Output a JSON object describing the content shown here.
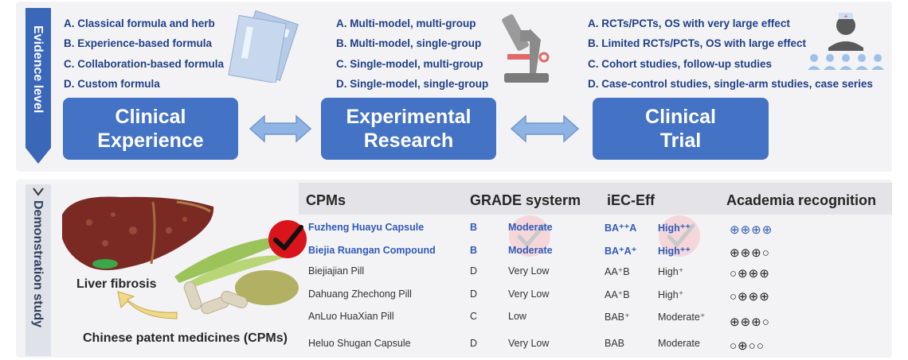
{
  "evidence_label": "Evidence level",
  "demo_label": "Demonstration study",
  "clinical_experience": {
    "title_line1": "Clinical",
    "title_line2": "Experience",
    "criteria": [
      "A. Classical formula and herb",
      "B. Experience-based formula",
      "C. Collaboration-based formula",
      "D. Custom formula"
    ]
  },
  "experimental_research": {
    "title_line1": "Experimental",
    "title_line2": "Research",
    "criteria": [
      "A. Multi-model, multi-group",
      "B. Multi-model, single-group",
      "C. Single-model, multi-group",
      "D. Single-model, single-group"
    ]
  },
  "clinical_trial": {
    "title_line1": "Clinical",
    "title_line2": "Trial",
    "criteria": [
      "A. RCTs/PCTs, OS with very large effect",
      "B. Limited RCTs/PCTs, OS with large effect",
      "C. Cohort studies, follow-up studies",
      "D. Case-control studies, single-arm studies, case series"
    ]
  },
  "table": {
    "headers": {
      "cpms": "CPMs",
      "grade": "GRADE systerm",
      "iec": "iEC-Eff",
      "academia": "Academia recognition"
    },
    "rows": [
      {
        "name": "Fuzheng Huayu Capsule",
        "grade_letter": "B",
        "grade_level": "Moderate",
        "iec_code": "BA⁺⁺A",
        "iec_level": "High⁺⁺",
        "academia": "⊕⊕⊕⊕",
        "highlight": true
      },
      {
        "name": "Biejia Ruangan Compound",
        "grade_letter": "B",
        "grade_level": "Moderate",
        "iec_code": "BA⁺A⁺",
        "iec_level": "High⁺⁺",
        "academia": "⊕⊕⊕○",
        "highlight": true
      },
      {
        "name": "Biejiajian Pill",
        "grade_letter": "D",
        "grade_level": "Very Low",
        "iec_code": "AA⁺B",
        "iec_level": "High⁺",
        "academia": "○⊕⊕⊕",
        "highlight": false
      },
      {
        "name": "Dahuang Zhechong Pill",
        "grade_letter": "D",
        "grade_level": "Very Low",
        "iec_code": "AA⁺B",
        "iec_level": "High⁺",
        "academia": "○⊕⊕⊕",
        "highlight": false
      },
      {
        "name": "AnLuo HuaXian Pill",
        "grade_letter": "C",
        "grade_level": "Low",
        "iec_code": "BAB⁺",
        "iec_level": "Moderate⁺",
        "academia": "⊕⊕⊕○",
        "highlight": false
      },
      {
        "name": "Heluo Shugan Capsule",
        "grade_letter": "D",
        "grade_level": "Very Low",
        "iec_code": "BAB",
        "iec_level": "Moderate",
        "academia": "○⊕○○",
        "highlight": false
      }
    ]
  },
  "liver_label": "Liver fibrosis",
  "cpm_label": "Chinese patent medicines (CPMs)",
  "colors": {
    "box": "#4472c4",
    "highlight_text": "#2f5ab8",
    "criteria_text": "#1f3f86",
    "check_red": "#d9141b"
  }
}
